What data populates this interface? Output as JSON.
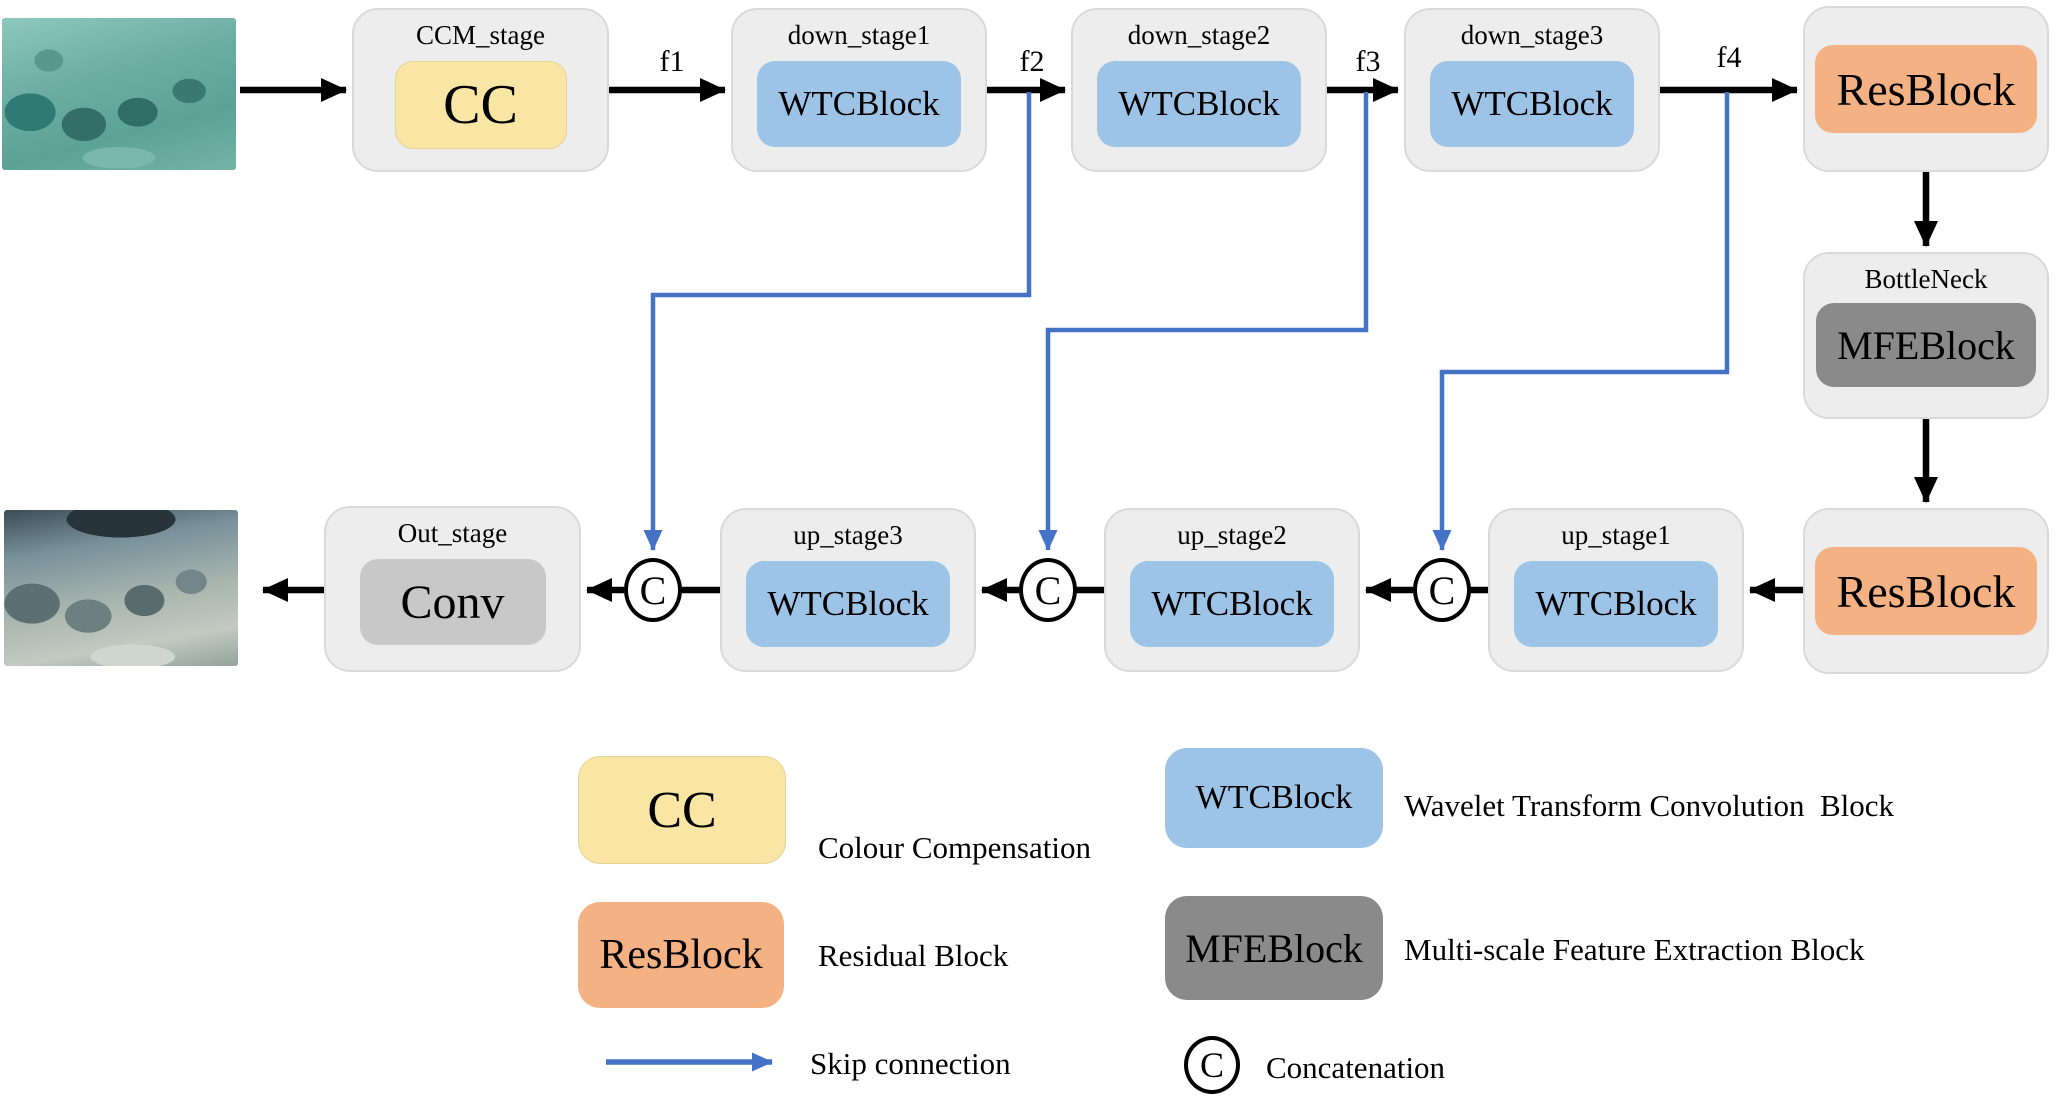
{
  "diagram": {
    "stages": {
      "ccm": {
        "title": "CCM_stage",
        "block": "CC"
      },
      "down1": {
        "title": "down_stage1",
        "block": "WTCBlock"
      },
      "down2": {
        "title": "down_stage2",
        "block": "WTCBlock"
      },
      "down3": {
        "title": "down_stage3",
        "block": "WTCBlock"
      },
      "res_top": {
        "block": "ResBlock"
      },
      "bottleneck": {
        "title": "BottleNeck",
        "block": "MFEBlock"
      },
      "res_bottom": {
        "block": "ResBlock"
      },
      "up1": {
        "title": "up_stage1",
        "block": "WTCBlock"
      },
      "up2": {
        "title": "up_stage2",
        "block": "WTCBlock"
      },
      "up3": {
        "title": "up_stage3",
        "block": "WTCBlock"
      },
      "out": {
        "title": "Out_stage",
        "block": "Conv"
      }
    },
    "feature_labels": [
      "f1",
      "f2",
      "f3",
      "f4"
    ],
    "concat_symbol": "C"
  },
  "legend": {
    "items": [
      {
        "block": "CC",
        "color": "#f9e5a4",
        "description": "Colour Compensation"
      },
      {
        "block": "WTCBlock",
        "color": "#9dc3e6",
        "description": "Wavelet Transform Convolution  Block"
      },
      {
        "block": "ResBlock",
        "color": "#f4b183",
        "description": "Residual Block"
      },
      {
        "block": "MFEBlock",
        "color": "#8a8a8a",
        "description": "Multi-scale Feature Extraction Block"
      },
      {
        "symbol": "skip-arrow",
        "color": "#4472c4",
        "description": "Skip connection"
      },
      {
        "symbol": "C",
        "color": "#000000",
        "description": "Concatenation"
      }
    ]
  },
  "colors": {
    "stage_container": "#ededed",
    "cc_yellow": "#f9e5a4",
    "wtc_blue": "#9dc3e6",
    "res_orange": "#f4b183",
    "mfe_gray": "#8a8a8a",
    "conv_gray": "#c8c8c8",
    "skip_blue": "#4472c4",
    "arrow_black": "#000000"
  }
}
